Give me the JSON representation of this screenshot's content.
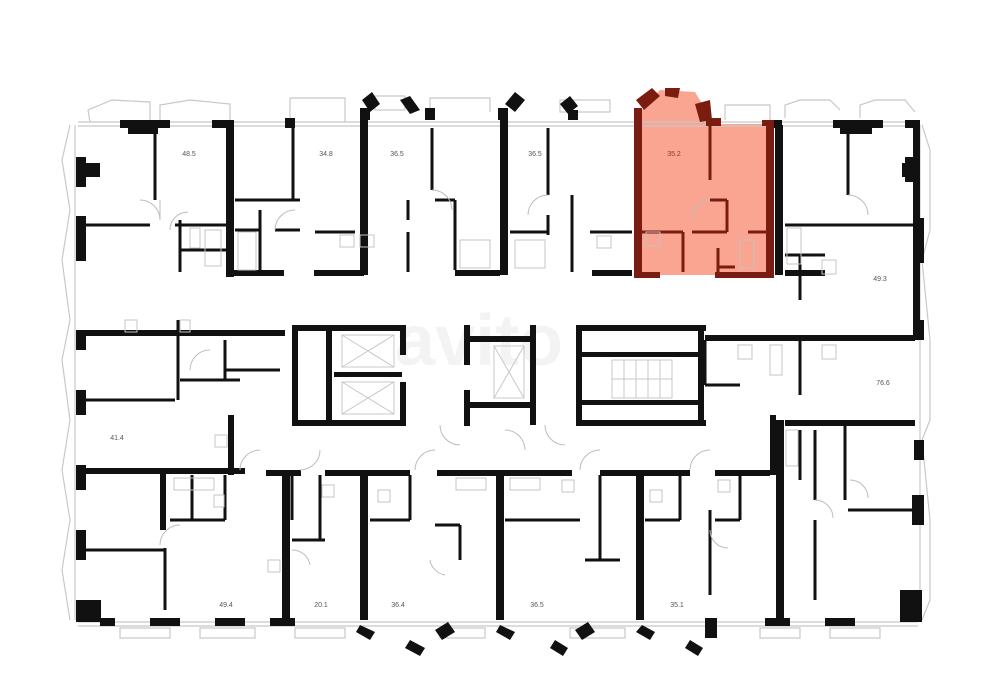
{
  "plan": {
    "title": "Floor plan",
    "highlight_color": "#f9a591",
    "highlight_wall_color": "#7a1d10",
    "wall_color": "#111111",
    "watermark": "avito"
  },
  "units": [
    {
      "id": "u1",
      "area": "48.5",
      "position": "top-left"
    },
    {
      "id": "u2",
      "area": "34.8",
      "position": "top"
    },
    {
      "id": "u3",
      "area": "36.5",
      "position": "top"
    },
    {
      "id": "u4",
      "area": "36.5",
      "position": "top"
    },
    {
      "id": "u5",
      "area": "35.2",
      "position": "top",
      "highlighted": true
    },
    {
      "id": "u6",
      "area": "49.3",
      "position": "top-right"
    },
    {
      "id": "u7",
      "area": "76.6",
      "position": "right"
    },
    {
      "id": "u8",
      "area": "41.4",
      "position": "left"
    },
    {
      "id": "u9",
      "area": "49.4",
      "position": "bottom-left"
    },
    {
      "id": "u10",
      "area": "20.1",
      "position": "bottom"
    },
    {
      "id": "u11",
      "area": "36.4",
      "position": "bottom"
    },
    {
      "id": "u12",
      "area": "36.5",
      "position": "bottom"
    },
    {
      "id": "u13",
      "area": "35.1",
      "position": "bottom"
    }
  ]
}
